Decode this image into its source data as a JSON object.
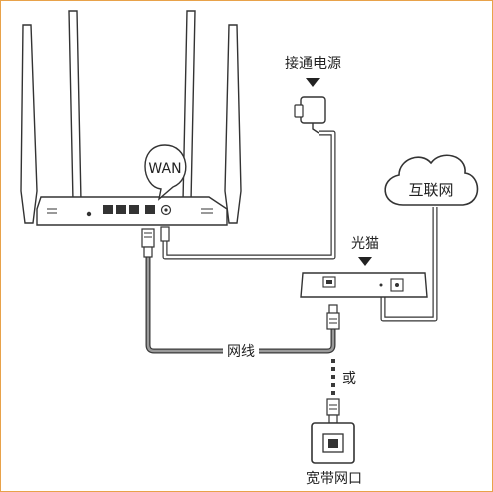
{
  "labels": {
    "wan_bubble": "WAN",
    "power_source": "接通电源",
    "internet": "互联网",
    "optical_modem": "光猫",
    "network_cable": "网线",
    "or": "或",
    "broadband_port": "宽带网口"
  },
  "colors": {
    "outline": "#333333",
    "cable": "#3a3a3a",
    "cable_gray": "#9a9a9a",
    "frame": "#e8a24a",
    "fill_light": "#ffffff",
    "fill_gray": "#f2f2f2"
  }
}
